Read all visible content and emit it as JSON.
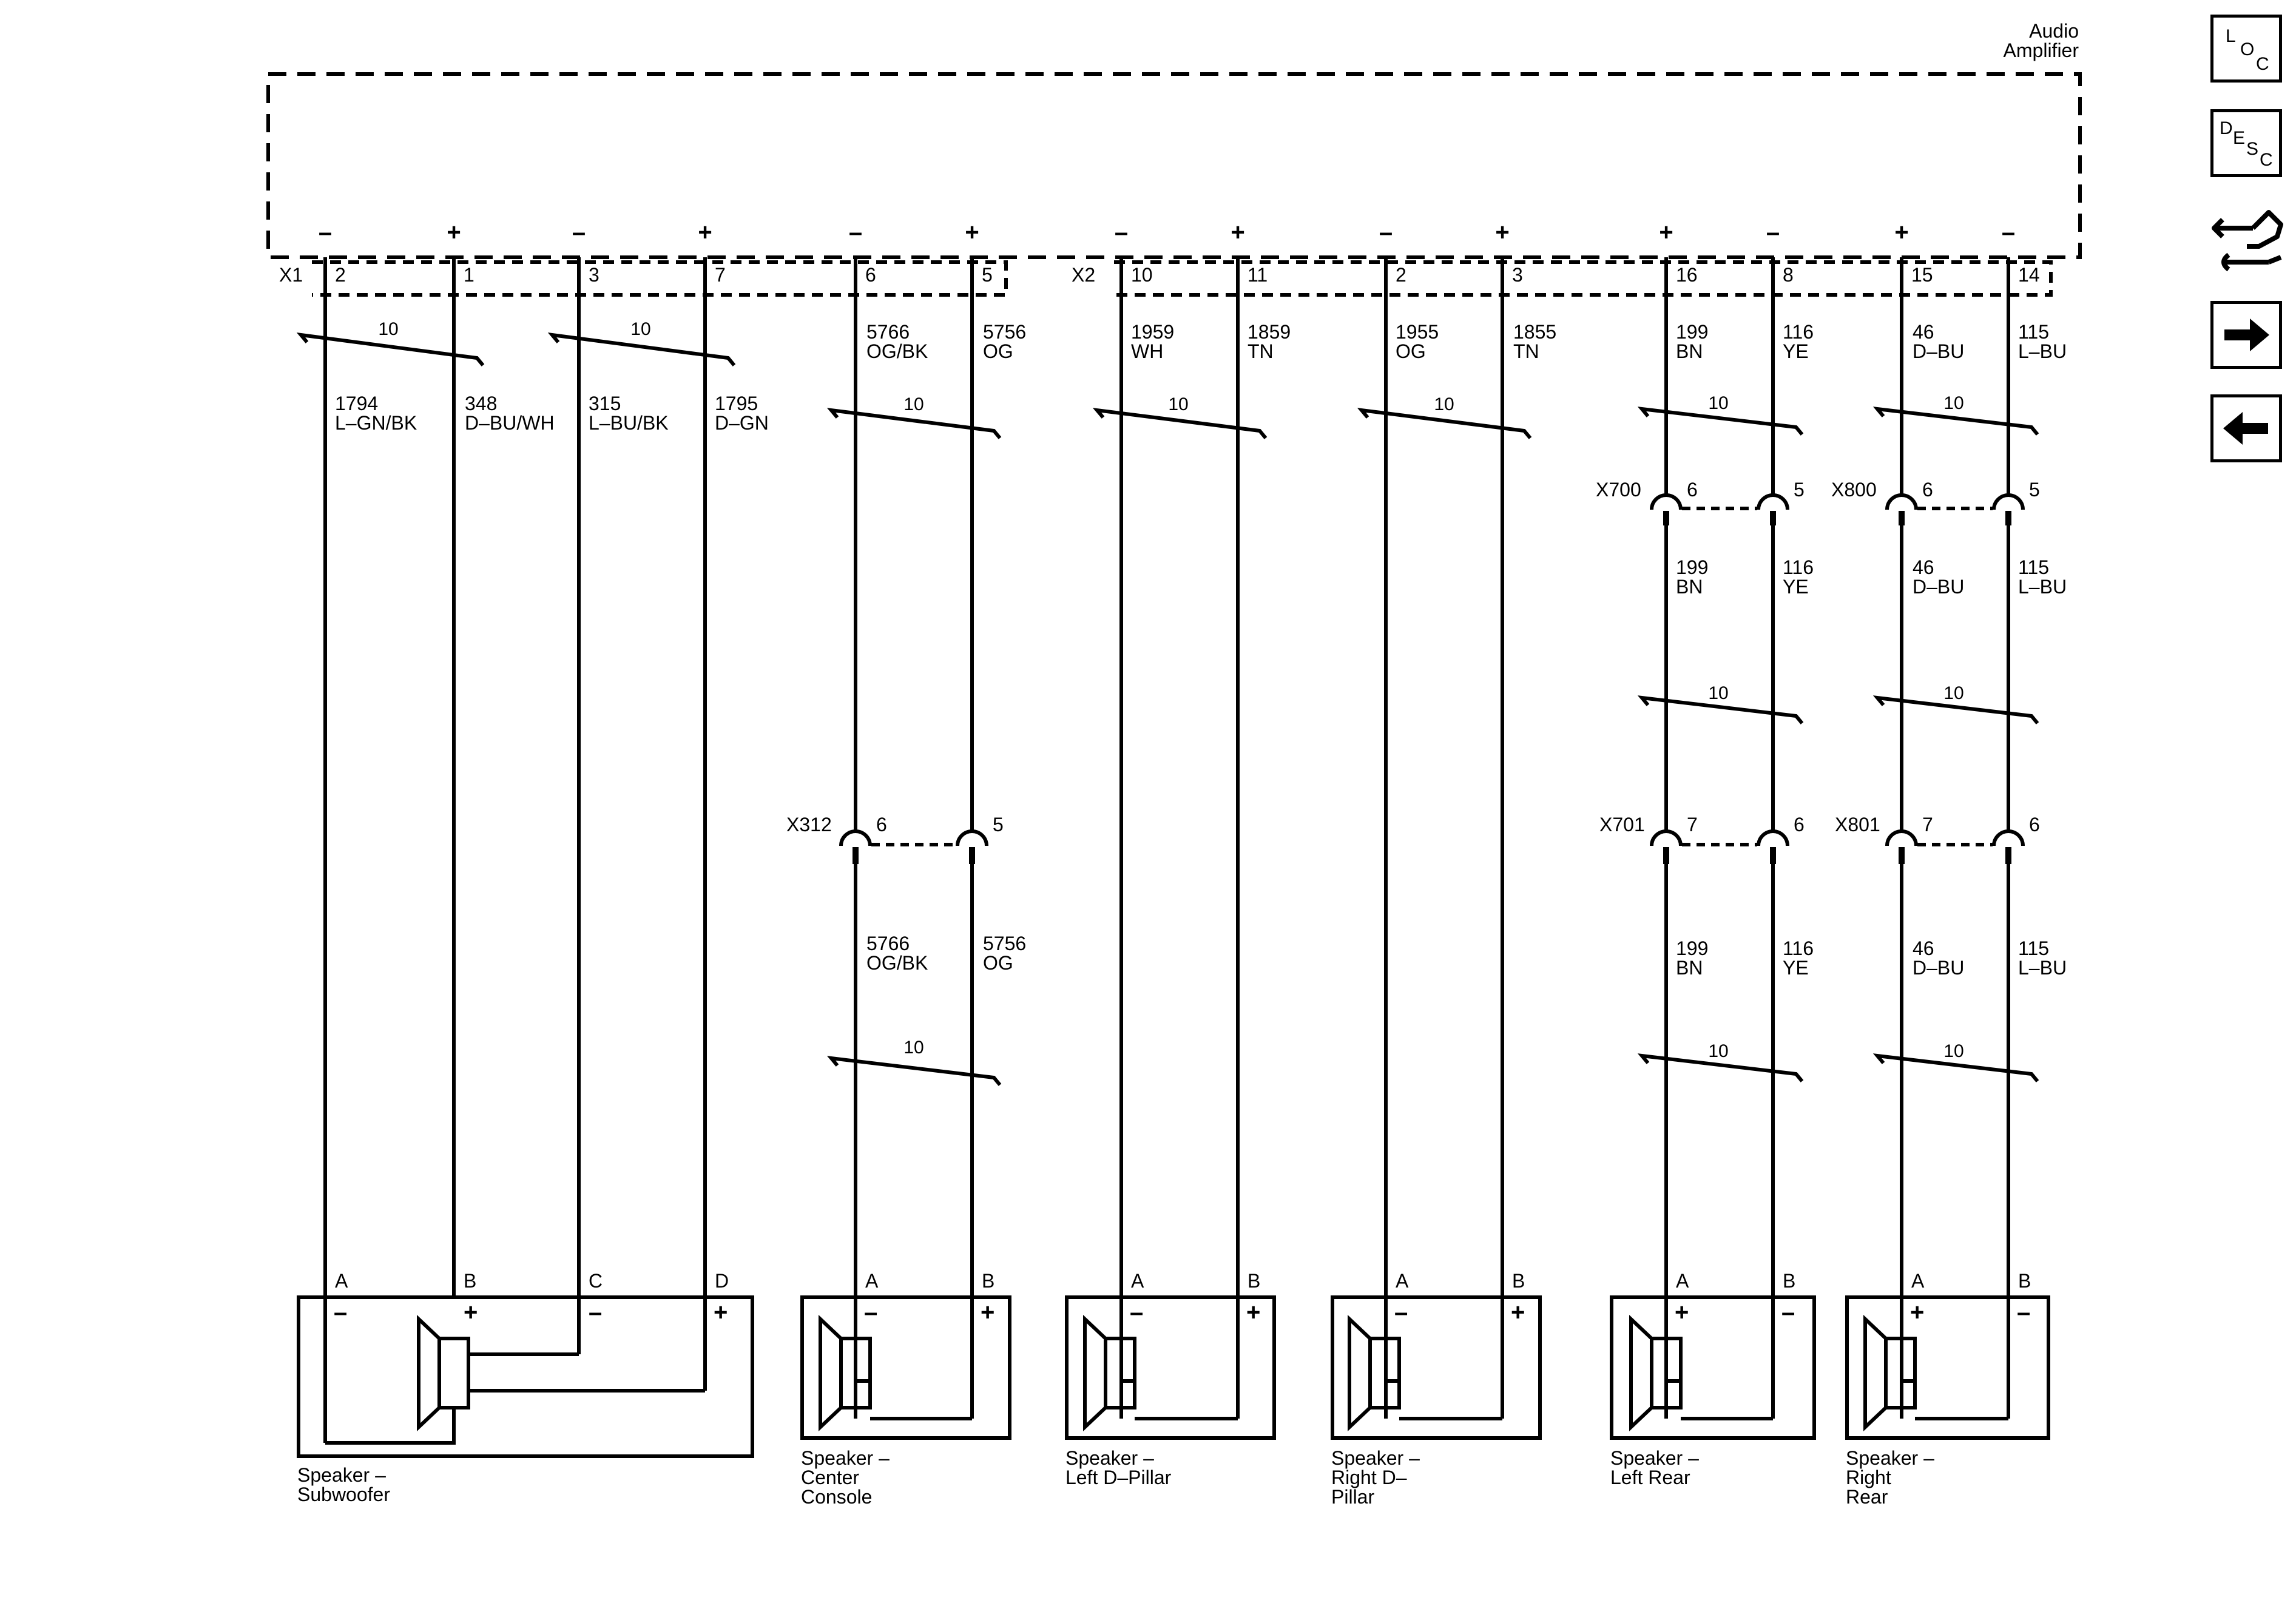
{
  "component": {
    "title_line1": "Audio",
    "title_line2": "Amplifier"
  },
  "connectors": {
    "x1": "X1",
    "x2": "X2"
  },
  "amp_pins": [
    {
      "sign": "–",
      "pin": "2"
    },
    {
      "sign": "+",
      "pin": "1"
    },
    {
      "sign": "–",
      "pin": "3"
    },
    {
      "sign": "+",
      "pin": "7"
    },
    {
      "sign": "–",
      "pin": "6"
    },
    {
      "sign": "+",
      "pin": "5"
    },
    {
      "sign": "–",
      "pin": "10"
    },
    {
      "sign": "+",
      "pin": "11"
    },
    {
      "sign": "–",
      "pin": "2"
    },
    {
      "sign": "+",
      "pin": "3"
    },
    {
      "sign": "+",
      "pin": "16"
    },
    {
      "sign": "–",
      "pin": "8"
    },
    {
      "sign": "+",
      "pin": "15"
    },
    {
      "sign": "–",
      "pin": "14"
    }
  ],
  "twist_label": "10",
  "wires": [
    {
      "circuit": "1794",
      "color": "L–GN/BK"
    },
    {
      "circuit": "348",
      "color": "D–BU/WH"
    },
    {
      "circuit": "315",
      "color": "L–BU/BK"
    },
    {
      "circuit": "1795",
      "color": "D–GN"
    },
    {
      "circuit": "5766",
      "color": "OG/BK"
    },
    {
      "circuit": "5756",
      "color": "OG"
    },
    {
      "circuit": "1959",
      "color": "WH"
    },
    {
      "circuit": "1859",
      "color": "TN"
    },
    {
      "circuit": "1955",
      "color": "OG"
    },
    {
      "circuit": "1855",
      "color": "TN"
    },
    {
      "circuit": "199",
      "color": "BN"
    },
    {
      "circuit": "116",
      "color": "YE"
    },
    {
      "circuit": "46",
      "color": "D–BU"
    },
    {
      "circuit": "115",
      "color": "L–BU"
    }
  ],
  "inline": {
    "x312": {
      "name": "X312",
      "pin_a": "6",
      "pin_b": "5"
    },
    "x700": {
      "name": "X700",
      "pin_a": "6",
      "pin_b": "5"
    },
    "x800": {
      "name": "X800",
      "pin_a": "6",
      "pin_b": "5"
    },
    "x701": {
      "name": "X701",
      "pin_a": "7",
      "pin_b": "6"
    },
    "x801": {
      "name": "X801",
      "pin_a": "7",
      "pin_b": "6"
    }
  },
  "speaker_pins": [
    "A",
    "B",
    "C",
    "D"
  ],
  "speakers": {
    "subwoofer": [
      "Speaker –",
      "Subwoofer"
    ],
    "center": [
      "Speaker –",
      "Center",
      "Console"
    ],
    "left_d": [
      "Speaker –",
      "Left D–Pillar"
    ],
    "right_d": [
      "Speaker –",
      "Right D–",
      "Pillar"
    ],
    "left_rear": [
      "Speaker –",
      "Left Rear"
    ],
    "right_rear": [
      "Speaker –",
      "Right",
      "Rear"
    ]
  },
  "nav": {
    "loc": [
      "L",
      "O",
      "C"
    ],
    "desc": [
      "D",
      "E",
      "S",
      "C"
    ],
    "icons": [
      "connector-tool-icon",
      "arrow-right-icon",
      "arrow-left-icon"
    ]
  }
}
